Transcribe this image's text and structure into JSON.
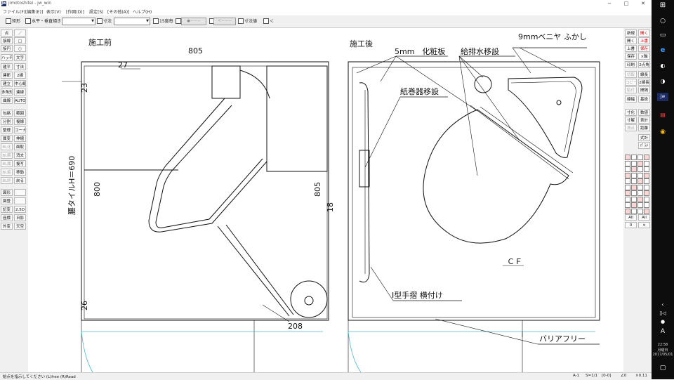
{
  "window": {
    "title": "jimotoshitei - jw_win",
    "app_icon": "jw",
    "minimize": "−",
    "maximize": "□",
    "close": "✕"
  },
  "menu": [
    "ファイル(F)",
    "[編集(E)]",
    "表示(V)",
    "[作図(D)]",
    "設定(S)",
    "[その他(A)]",
    "ヘルプ(H)"
  ],
  "toolbar": {
    "rect_label": "矩形",
    "hv_label": "水平・垂直",
    "tilt_label": "傾き",
    "tilt_value": "",
    "dim_label": "寸法",
    "dim_value": "",
    "deg15_label": "15度毎",
    "btn1": "●－－－",
    "btn2": "＜－－－",
    "dimval_label": "寸法値",
    "less_label": "＜"
  },
  "left_tools": [
    [
      "点",
      "／"
    ],
    [
      "接線",
      "□"
    ],
    [
      "接円",
      "○"
    ],
    [
      "ハッチ",
      "文字"
    ],
    [
      "建平",
      "寸法"
    ],
    [
      "建断",
      "2線"
    ],
    [
      "建立",
      "中心線"
    ],
    [
      "多角形",
      "連線"
    ],
    [
      "曲線",
      "AUTO"
    ],
    [
      "包絡",
      "範囲"
    ],
    [
      "分割",
      "複線"
    ],
    [
      "整理",
      "コーナー"
    ],
    [
      "属変",
      "伸縮"
    ],
    [
      "BL化",
      "面取"
    ],
    [
      "BL解",
      "消去"
    ],
    [
      "BL属",
      "複写"
    ],
    [
      "BL編",
      "移動"
    ],
    [
      "BL終",
      "戻る"
    ],
    [
      "図形",
      ""
    ],
    [
      "図登",
      ""
    ],
    [
      "記変",
      "2.5D"
    ],
    [
      "座標",
      "日影"
    ],
    [
      "外変",
      "天空"
    ]
  ],
  "right_tools": [
    [
      "新規",
      "開く"
    ],
    [
      "開く",
      "上書"
    ],
    [
      "上書",
      "保存"
    ],
    [
      "保存",
      "×軸"
    ],
    [
      "印刷",
      "2点角"
    ],
    [
      "切取",
      "線長"
    ],
    [
      "コピー",
      "2線長"
    ],
    [
      "貼付",
      "間隔"
    ],
    [
      "線幅",
      "基設"
    ],
    [
      "寸化",
      "数値"
    ],
    [
      "寸解",
      "表計"
    ],
    [
      "測点",
      "距離"
    ],
    [
      "",
      "式計"
    ],
    [
      "",
      "ﾊﾟﾗﾒ"
    ]
  ],
  "grid_labels": {
    "all_left": "All",
    "all_right": "All",
    "zero": "0",
    "x": "×"
  },
  "drawing": {
    "before_label": "施工前",
    "after_label": "施工後",
    "dim_805_top": "805",
    "dim_27": "27",
    "dim_23": "23",
    "dim_800": "800",
    "dim_805_side": "805",
    "dim_18": "18",
    "dim_26": "26",
    "dim_208": "208",
    "tile_label": "腰タイルH＝690",
    "veneer_label": "9mmベニヤ ふかし",
    "decor_label": "5mm　化粧板",
    "plumbing_label": "給排水移設",
    "paper_label": "紙巻器移設",
    "cf_label": "ＣＦ",
    "handrail_label": "I型手摺 横付け",
    "barrier_label": "バリアフリー"
  },
  "status": {
    "hint": "始点を指示してください (L)free (R)Read",
    "scale_a": "A-1",
    "scale_s": "S=1/1",
    "range": "[0-0]",
    "angle": "∠0",
    "zoom": "×0.11"
  },
  "taskbar": {
    "time": "22:58",
    "weekday": "月曜日",
    "date": "2017/05/01",
    "ime": "A"
  }
}
